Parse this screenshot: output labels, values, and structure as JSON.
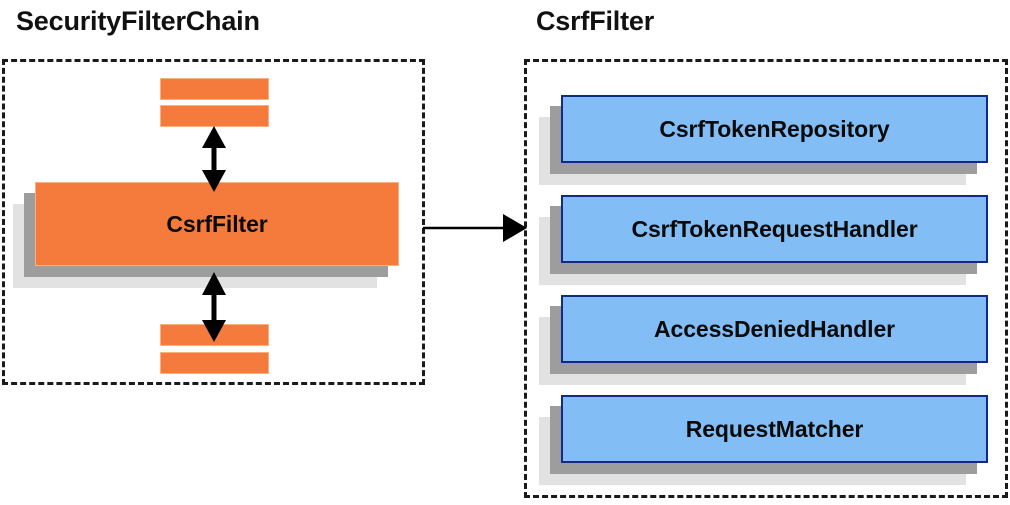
{
  "diagram": {
    "title_left": "SecurityFilterChain",
    "title_right": "CsrfFilter",
    "colors": {
      "orange_fill": "#f47b3c",
      "orange_border": "#fbb07e",
      "blue_fill": "#82bdf5",
      "blue_border": "#12298c",
      "shadow_dark": "#9d9d9d",
      "shadow_light": "#e2e2e2",
      "dash_border": "#1a1a1a",
      "text": "#0a0a0a"
    }
  },
  "left_panel": {
    "title": "SecurityFilterChain",
    "center_box_label": "CsrfFilter",
    "stub_bars": [
      {
        "name": "filter-stub-top-1"
      },
      {
        "name": "filter-stub-top-2"
      },
      {
        "name": "filter-stub-bottom-1"
      },
      {
        "name": "filter-stub-bottom-2"
      }
    ],
    "arrows": [
      {
        "name": "arrow-up-down-top",
        "kind": "double-vertical"
      },
      {
        "name": "arrow-up-down-bottom",
        "kind": "double-vertical"
      }
    ]
  },
  "right_panel": {
    "title": "CsrfFilter",
    "components": [
      {
        "label": "CsrfTokenRepository"
      },
      {
        "label": "CsrfTokenRequestHandler"
      },
      {
        "label": "AccessDeniedHandler"
      },
      {
        "label": "RequestMatcher"
      }
    ]
  },
  "connector": {
    "name": "arrow-left-to-right",
    "kind": "single-horizontal"
  }
}
